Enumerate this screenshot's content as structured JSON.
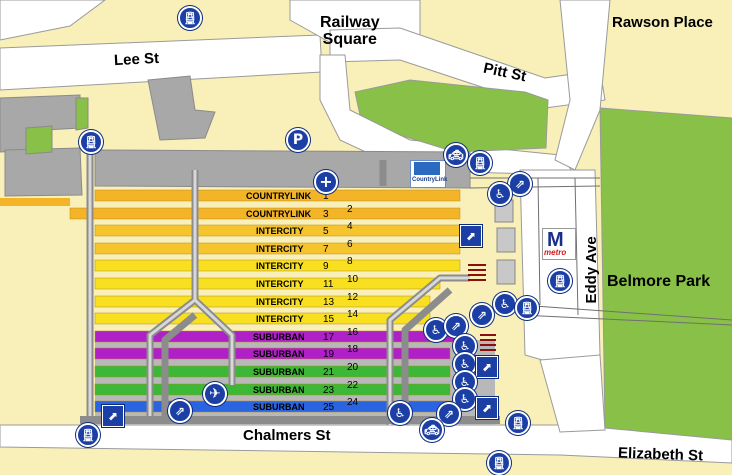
{
  "map": {
    "places": {
      "railway_square": "Railway\nSquare",
      "rawson_place": "Rawson Place",
      "belmore_park": "Belmore Park"
    },
    "streets": {
      "lee_st": "Lee St",
      "pitt_st": "Pitt St",
      "eddy_ave": "Eddy Ave",
      "chalmers_st": "Chalmers St",
      "elizabeth_st": "Elizabeth St"
    },
    "platforms": [
      {
        "label": "COUNTRYLINK",
        "left_num": "1",
        "right_num": "",
        "color": "#f4b428"
      },
      {
        "label": "COUNTRYLINK",
        "left_num": "3",
        "right_num": "2",
        "color": "#f4b428"
      },
      {
        "label": "INTERCITY",
        "left_num": "5",
        "right_num": "4",
        "color": "#f6c42c"
      },
      {
        "label": "INTERCITY",
        "left_num": "7",
        "right_num": "6",
        "color": "#f6c42c"
      },
      {
        "label": "INTERCITY",
        "left_num": "9",
        "right_num": "8",
        "color": "#f8e020"
      },
      {
        "label": "INTERCITY",
        "left_num": "11",
        "right_num": "10",
        "color": "#f8e020"
      },
      {
        "label": "INTERCITY",
        "left_num": "13",
        "right_num": "12",
        "color": "#f8e020"
      },
      {
        "label": "INTERCITY",
        "left_num": "15",
        "right_num": "14",
        "color": "#f8e020"
      },
      {
        "label": "SUBURBAN",
        "left_num": "17",
        "right_num": "16",
        "color": "#b020c8"
      },
      {
        "label": "SUBURBAN",
        "left_num": "19",
        "right_num": "18",
        "color": "#b020c8"
      },
      {
        "label": "SUBURBAN",
        "left_num": "21",
        "right_num": "20",
        "color": "#3cb838"
      },
      {
        "label": "SUBURBAN",
        "left_num": "23",
        "right_num": "22",
        "color": "#3cb838"
      },
      {
        "label": "SUBURBAN",
        "left_num": "25",
        "right_num": "24",
        "color": "#2a64e0"
      }
    ],
    "logos": {
      "countrylink": "CountryLink",
      "metro_m": "M",
      "metro_text": "metro"
    },
    "icon_glyphs": {
      "parking": "P",
      "first_aid": "+",
      "airport": "✈"
    },
    "colors": {
      "ground": "#f8f0b8",
      "road": "#ffffff",
      "park": "#88c048",
      "building": "#a0a0a0",
      "icon_blue": "#1c3fa6"
    }
  }
}
